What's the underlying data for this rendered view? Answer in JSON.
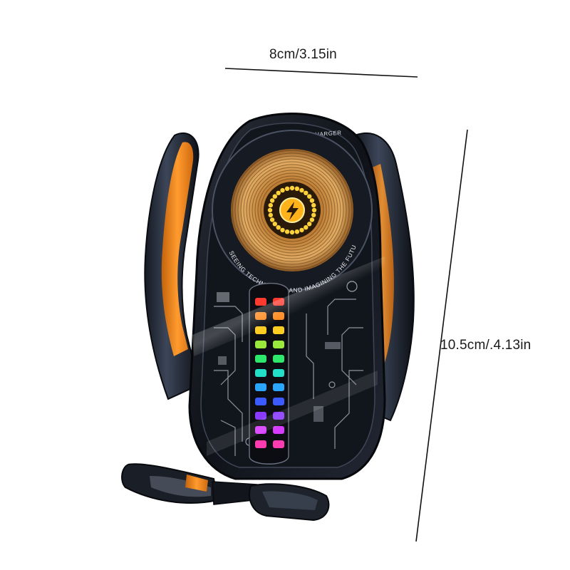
{
  "dimensions": {
    "width_label": "8cm/3.15in",
    "height_label": "10.5cm/.4.13in"
  },
  "product": {
    "top_text": "WIRELESS CHARGER",
    "arc_text": "SEEING TECHNOLOGY AND IMAGINING THE FUTURE",
    "colors": {
      "accent": "#f08a1c",
      "body": "#15181f",
      "coil": "#d9a056",
      "glow": "#ffd23a"
    },
    "led_colors": [
      "#ff3b30",
      "#ff8a1f",
      "#ffcc22",
      "#9be83c",
      "#2ee86b",
      "#22e0c8",
      "#2aa6ff",
      "#3b5bff",
      "#8a3bff",
      "#d63bff",
      "#ff3bb2"
    ]
  }
}
